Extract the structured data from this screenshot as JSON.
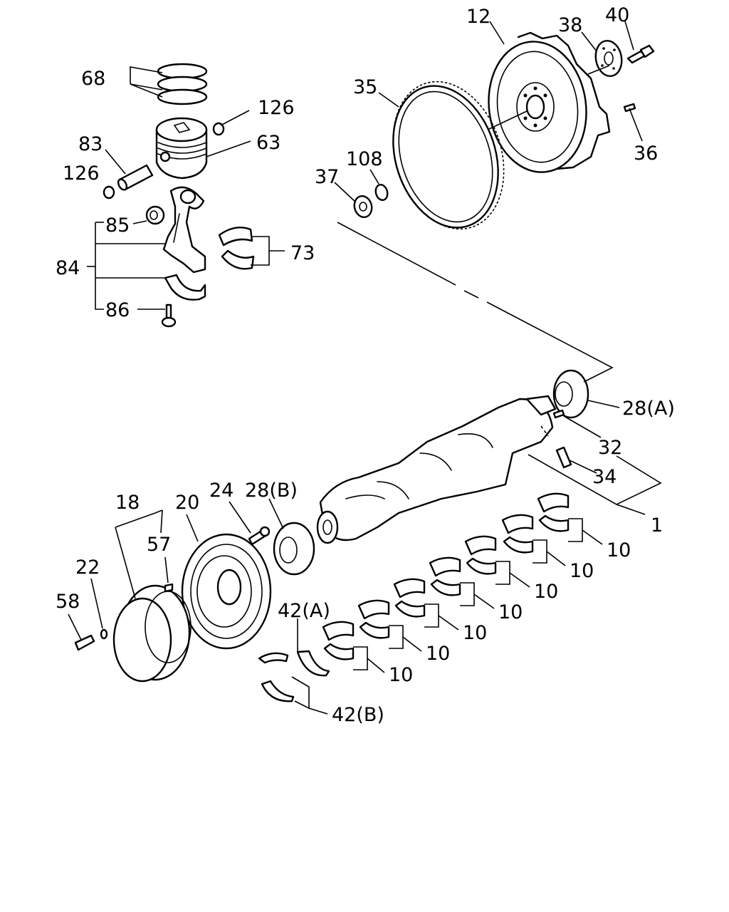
{
  "callouts": [
    {
      "id": "c12",
      "text": "12"
    },
    {
      "id": "c38",
      "text": "38"
    },
    {
      "id": "c40",
      "text": "40"
    },
    {
      "id": "c35",
      "text": "35"
    },
    {
      "id": "c36",
      "text": "36"
    },
    {
      "id": "c108",
      "text": "108"
    },
    {
      "id": "c37",
      "text": "37"
    },
    {
      "id": "c68",
      "text": "68"
    },
    {
      "id": "c126a",
      "text": "126"
    },
    {
      "id": "c83",
      "text": "83"
    },
    {
      "id": "c63",
      "text": "63"
    },
    {
      "id": "c126b",
      "text": "126"
    },
    {
      "id": "c85",
      "text": "85"
    },
    {
      "id": "c73",
      "text": "73"
    },
    {
      "id": "c84",
      "text": "84"
    },
    {
      "id": "c86",
      "text": "86"
    },
    {
      "id": "c28a",
      "text": "28(A)"
    },
    {
      "id": "c32",
      "text": "32"
    },
    {
      "id": "c34",
      "text": "34"
    },
    {
      "id": "c1",
      "text": "1"
    },
    {
      "id": "c18",
      "text": "18"
    },
    {
      "id": "c20",
      "text": "20"
    },
    {
      "id": "c24",
      "text": "24"
    },
    {
      "id": "c28b",
      "text": "28(B)"
    },
    {
      "id": "c57",
      "text": "57"
    },
    {
      "id": "c22",
      "text": "22"
    },
    {
      "id": "c58",
      "text": "58"
    },
    {
      "id": "c42a",
      "text": "42(A)"
    },
    {
      "id": "c42b",
      "text": "42(B)"
    },
    {
      "id": "c10a",
      "text": "10"
    },
    {
      "id": "c10b",
      "text": "10"
    },
    {
      "id": "c10c",
      "text": "10"
    },
    {
      "id": "c10d",
      "text": "10"
    },
    {
      "id": "c10e",
      "text": "10"
    },
    {
      "id": "c10f",
      "text": "10"
    },
    {
      "id": "c10g",
      "text": "10"
    }
  ]
}
